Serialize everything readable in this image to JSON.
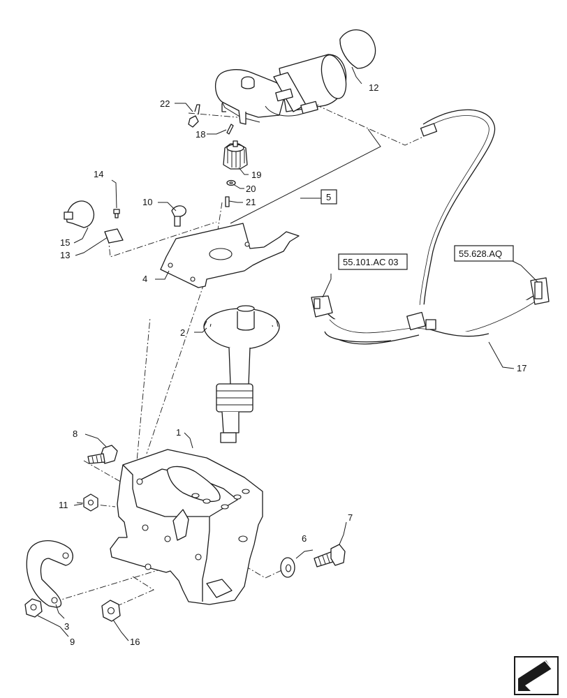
{
  "callouts": {
    "c1": "1",
    "c2": "2",
    "c3": "3",
    "c4": "4",
    "c5": "5",
    "c6": "6",
    "c7": "7",
    "c8": "8",
    "c9": "9",
    "c10": "10",
    "c11": "11",
    "c12": "12",
    "c13": "13",
    "c14": "14",
    "c15": "15",
    "c16": "16",
    "c17": "17",
    "c18": "18",
    "c19": "19",
    "c20": "20",
    "c21": "21",
    "c22": "22"
  },
  "references": {
    "ref_left": "55.101.AC 03",
    "ref_right": "55.628.AQ"
  },
  "nav_icon": "arrow-navigation-icon"
}
